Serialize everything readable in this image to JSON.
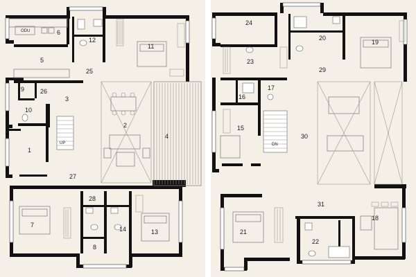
{
  "plans": {
    "left": {
      "rooms": [
        {
          "id": "1",
          "label": "1"
        },
        {
          "id": "2",
          "label": "2"
        },
        {
          "id": "3",
          "label": "3"
        },
        {
          "id": "4",
          "label": "4"
        },
        {
          "id": "5",
          "label": "5"
        },
        {
          "id": "6",
          "label": "6"
        },
        {
          "id": "7",
          "label": "7"
        },
        {
          "id": "8",
          "label": "8"
        },
        {
          "id": "9",
          "label": "9"
        },
        {
          "id": "10",
          "label": "10"
        },
        {
          "id": "11",
          "label": "11"
        },
        {
          "id": "12",
          "label": "12"
        },
        {
          "id": "13",
          "label": "13"
        },
        {
          "id": "14",
          "label": "14"
        },
        {
          "id": "25",
          "label": "25"
        },
        {
          "id": "26",
          "label": "26"
        },
        {
          "id": "27",
          "label": "27"
        },
        {
          "id": "28",
          "label": "28"
        }
      ],
      "annotations": {
        "odu": "ODU",
        "stair": "UP"
      }
    },
    "right": {
      "rooms": [
        {
          "id": "15",
          "label": "15"
        },
        {
          "id": "16",
          "label": "16"
        },
        {
          "id": "17",
          "label": "17"
        },
        {
          "id": "18",
          "label": "18"
        },
        {
          "id": "19",
          "label": "19"
        },
        {
          "id": "20",
          "label": "20"
        },
        {
          "id": "21",
          "label": "21"
        },
        {
          "id": "22",
          "label": "22"
        },
        {
          "id": "23",
          "label": "23"
        },
        {
          "id": "24",
          "label": "24"
        },
        {
          "id": "29",
          "label": "29"
        },
        {
          "id": "30",
          "label": "30"
        },
        {
          "id": "31",
          "label": "31"
        }
      ],
      "annotations": {
        "stair": "DN"
      }
    }
  }
}
